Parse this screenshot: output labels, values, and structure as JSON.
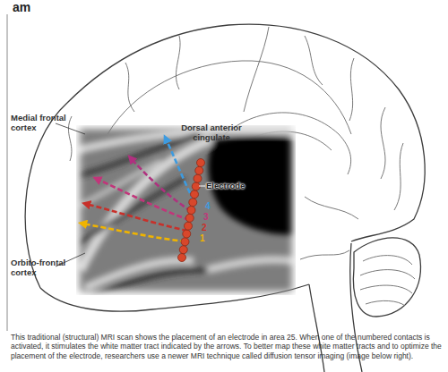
{
  "diagram": {
    "caption": "This traditional (structural) MRI scan shows the placement of an electrode in area 25. When one of the numbered contacts is activated, it stimulates the white matter tract indicated by the arrows. To better map these white matter tracts and to optimize the placement of the electrode, researchers use a newer MRI technique called diffusion tensor imaging (image below right).",
    "labels": [
      "am",
      "Medial frontal cortex",
      "Dorsal anterior cingulate",
      "Electrode",
      "4",
      "3",
      "2",
      "1",
      "Orbito-frontal cortex"
    ]
  }
}
